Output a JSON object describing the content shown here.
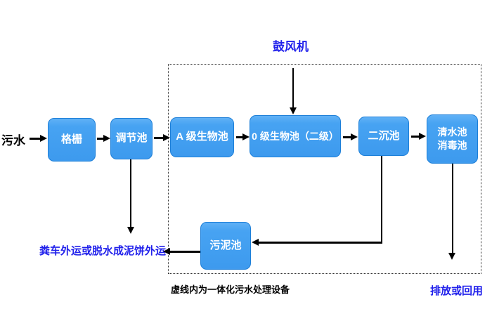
{
  "diagram": {
    "title_semantic": "integrated wastewater treatment process flow",
    "influent_label": "污水",
    "blower_label": "鼓风机",
    "sludge_disposal_label": "粪车外运或脱水成泥饼外运",
    "discharge_label": "排放或回用",
    "dashed_box_caption": "虚线内为一体化污水处理设备",
    "boxes": {
      "grille": "格栅",
      "regulating_tank": "调节池",
      "a_bio_tank": "A 级生物池",
      "o_bio_tank": "0 级生物池（二级）",
      "secondary_sedimentation_tank": "二沉池",
      "clear_water_tank_line1": "清水池",
      "clear_water_tank_line2": "消毒池",
      "sludge_tank": "污泥池"
    },
    "colors": {
      "box_fill": "#449fef",
      "box_border": "#1d7fd8",
      "box_text": "#ffffff",
      "label_blue": "#2121eb",
      "label_black": "#000000",
      "line_color": "#000000",
      "background": "#ffffff"
    }
  }
}
